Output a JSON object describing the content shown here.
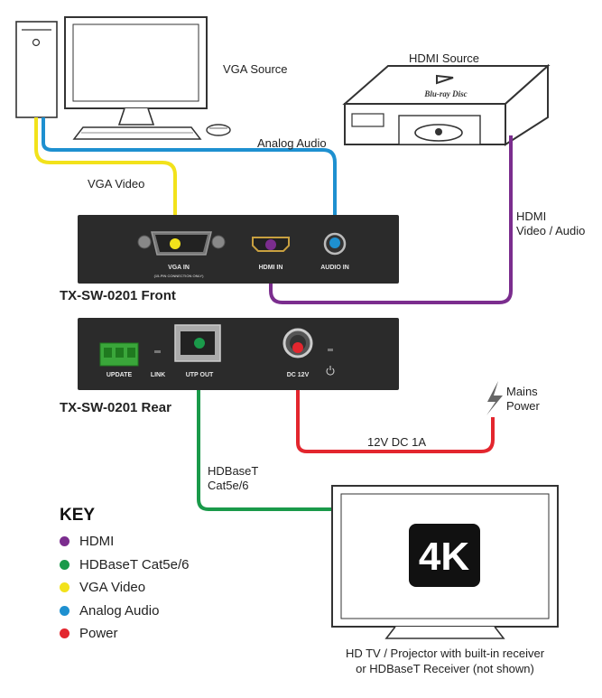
{
  "devices": {
    "vga_source": "VGA Source",
    "hdmi_source": "HDMI Source",
    "bluray_logo": "Blu-ray Disc",
    "front_panel": "TX-SW-0201 Front",
    "rear_panel": "TX-SW-0201 Rear",
    "display": "HD TV / Projector with built-in receiver",
    "display_line2": "or HDBaseT Receiver (not shown)",
    "mains_line1": "Mains",
    "mains_line2": "Power"
  },
  "ports": {
    "vga_in": "VGA IN",
    "vga_in_note": "(15-PIN CONNECTION ONLY)",
    "hdmi_in": "HDMI IN",
    "audio_in": "AUDIO IN",
    "update": "UPDATE",
    "link": "LINK",
    "utp_out": "UTP OUT",
    "dc_12v": "DC 12V"
  },
  "cables": {
    "analog_audio": "Analog Audio",
    "vga_video": "VGA Video",
    "hdmi_line1": "HDMI",
    "hdmi_line2": "Video / Audio",
    "dc_power": "12V DC 1A",
    "hdbaset_line1": "HDBaseT",
    "hdbaset_line2": "Cat5e/6"
  },
  "badge": "4K",
  "key": {
    "title": "KEY",
    "items": [
      {
        "label": "HDMI",
        "color": "#7b2d8e"
      },
      {
        "label": "HDBaseT Cat5e/6",
        "color": "#1a9a4a"
      },
      {
        "label": "VGA Video",
        "color": "#f2e21b"
      },
      {
        "label": "Analog Audio",
        "color": "#1e90d0"
      },
      {
        "label": "Power",
        "color": "#e3262e"
      }
    ]
  },
  "colors": {
    "hdmi": "#7b2d8e",
    "hdbaset": "#1a9a4a",
    "vga": "#f2e21b",
    "audio": "#1e90d0",
    "power": "#e3262e",
    "panel": "#2b2b2b"
  }
}
